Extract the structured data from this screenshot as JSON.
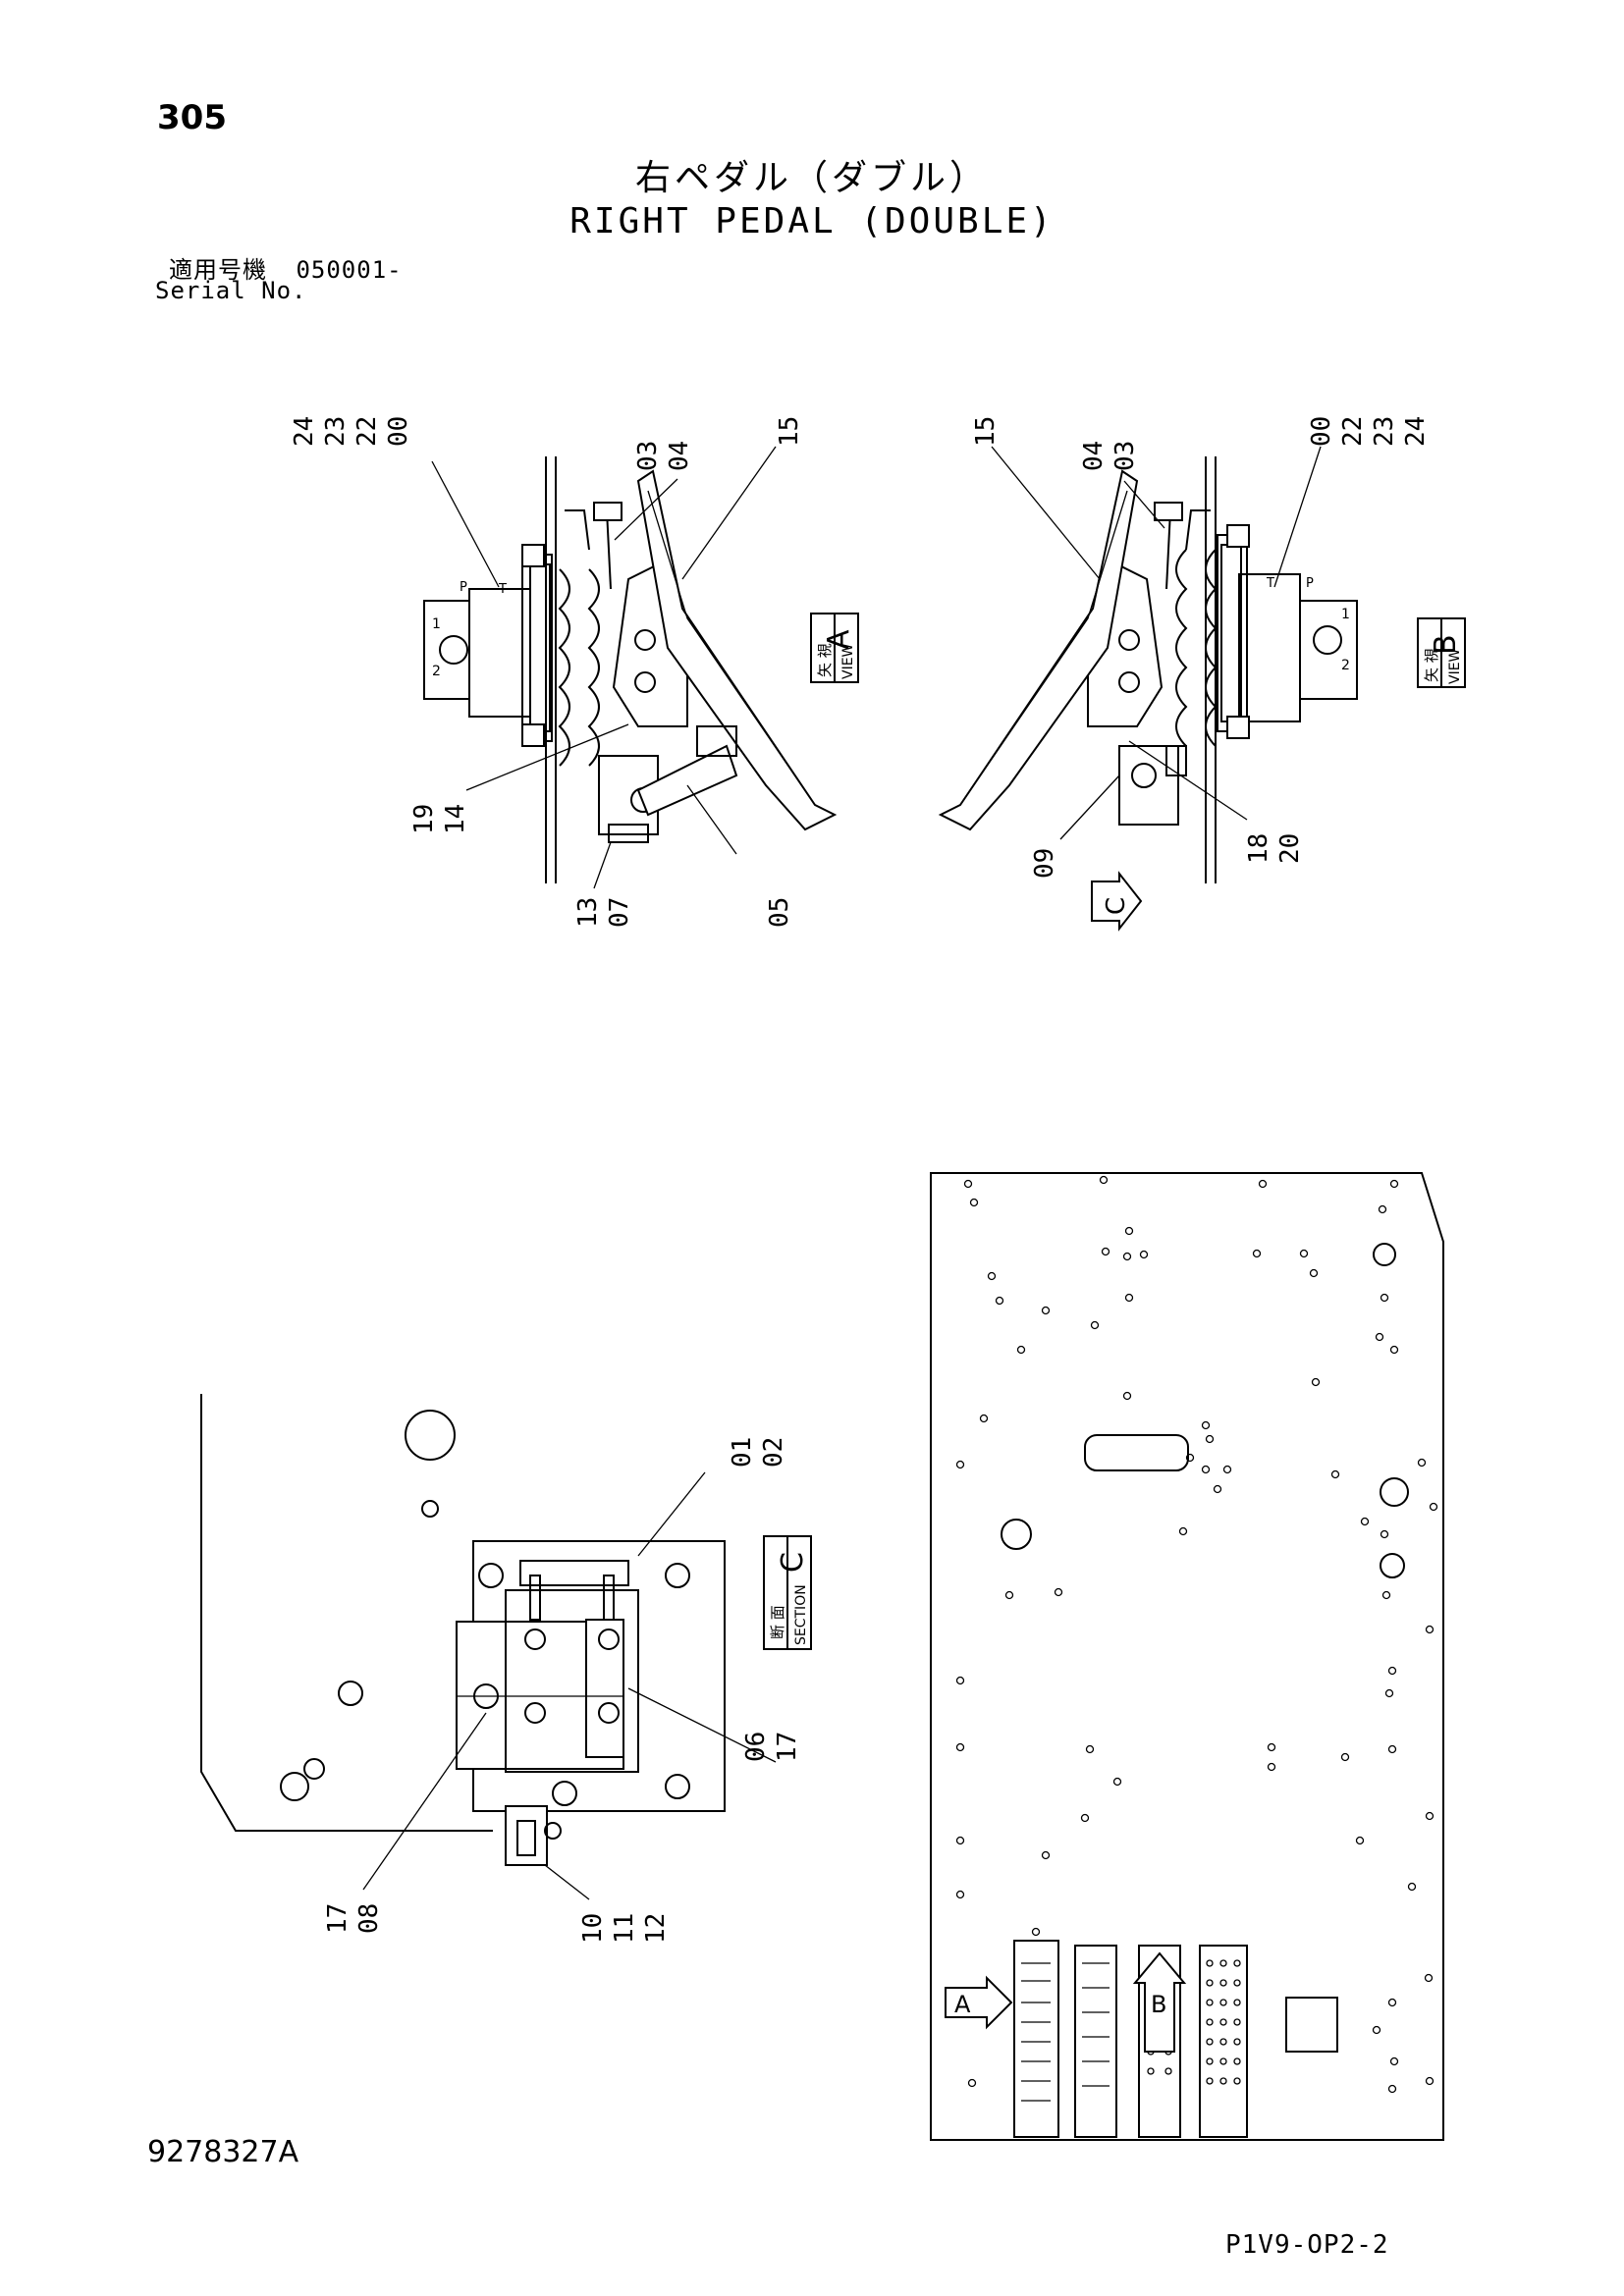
{
  "header": {
    "page_number": "305",
    "title_jp": "右ペダル（ダブル）",
    "title_en": "RIGHT PEDAL (DOUBLE)",
    "serial_label_jp": "適用号機",
    "serial_value": "050001-",
    "serial_label_en": "Serial No."
  },
  "views": {
    "view_a": {
      "tag_jp": "矢 視",
      "tag_en": "VIEW",
      "tag_letter": "A",
      "callouts": {
        "top_group": [
          "24",
          "23",
          "22",
          "00"
        ],
        "screw": [
          "03",
          "04"
        ],
        "pedal": "15",
        "lower_left": [
          "19",
          "14"
        ],
        "bracket": [
          "13",
          "07"
        ],
        "link": "05"
      },
      "port_labels": [
        "P",
        "T",
        "1",
        "2"
      ]
    },
    "view_b": {
      "tag_jp": "矢 視",
      "tag_en": "VIEW",
      "tag_letter": "B",
      "callouts": {
        "pedal": "15",
        "screw": [
          "04",
          "03"
        ],
        "top_group": [
          "00",
          "22",
          "23",
          "24"
        ],
        "lower_left": "09",
        "lower_right": [
          "18",
          "20"
        ]
      },
      "section_arrow": "C",
      "port_labels": [
        "T",
        "P",
        "1",
        "2"
      ]
    },
    "section_c": {
      "tag_jp": "断 面",
      "tag_en": "SECTION",
      "tag_letter": "C",
      "callouts": {
        "top": [
          "01",
          "02"
        ],
        "right": [
          "06",
          "17"
        ],
        "lower_left": [
          "17",
          "08"
        ],
        "bottom": [
          "10",
          "11",
          "12"
        ]
      }
    },
    "floor_plate": {
      "arrow_a": "A",
      "arrow_b": "B"
    }
  },
  "footer": {
    "drawing_number": "9278327A",
    "sheet_code": "P1V9-OP2-2"
  }
}
